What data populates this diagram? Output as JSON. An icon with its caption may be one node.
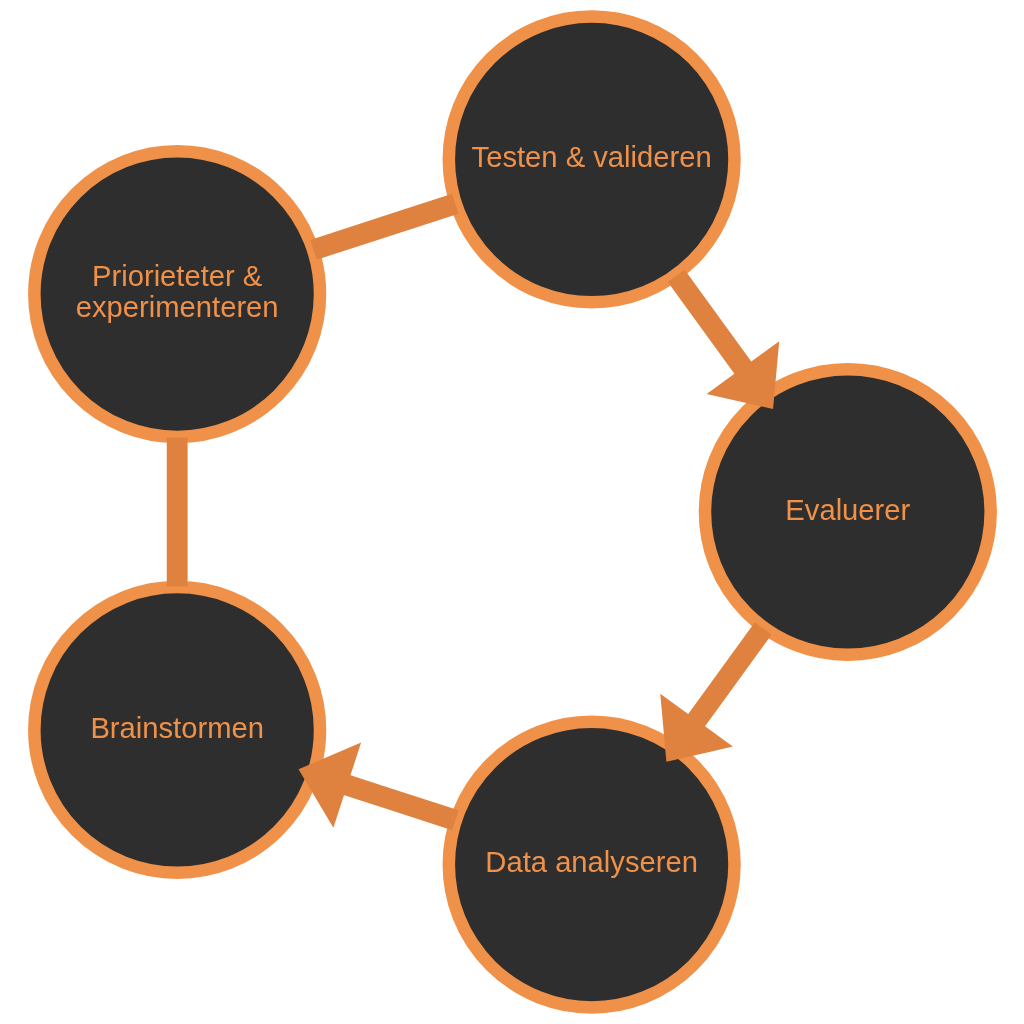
{
  "diagram": {
    "nodes": [
      {
        "text": [
          "Data analyseren"
        ]
      },
      {
        "text": [
          "Brainstormen"
        ]
      },
      {
        "text": [
          "Priorieteter & experimenteren"
        ]
      },
      {
        "text": [
          "Testen & valideren"
        ]
      },
      {
        "text": [
          "Evaluerer"
        ]
      }
    ],
    "edges": [
      {
        "from": 0,
        "to": 1,
        "arrow": "to"
      },
      {
        "from": 1,
        "to": 2,
        "arrow": "none"
      },
      {
        "from": 2,
        "to": 3,
        "arrow": "none"
      },
      {
        "from": 3,
        "to": 4,
        "arrow": "to"
      },
      {
        "from": 4,
        "to": 0,
        "arrow": "to"
      }
    ]
  }
}
